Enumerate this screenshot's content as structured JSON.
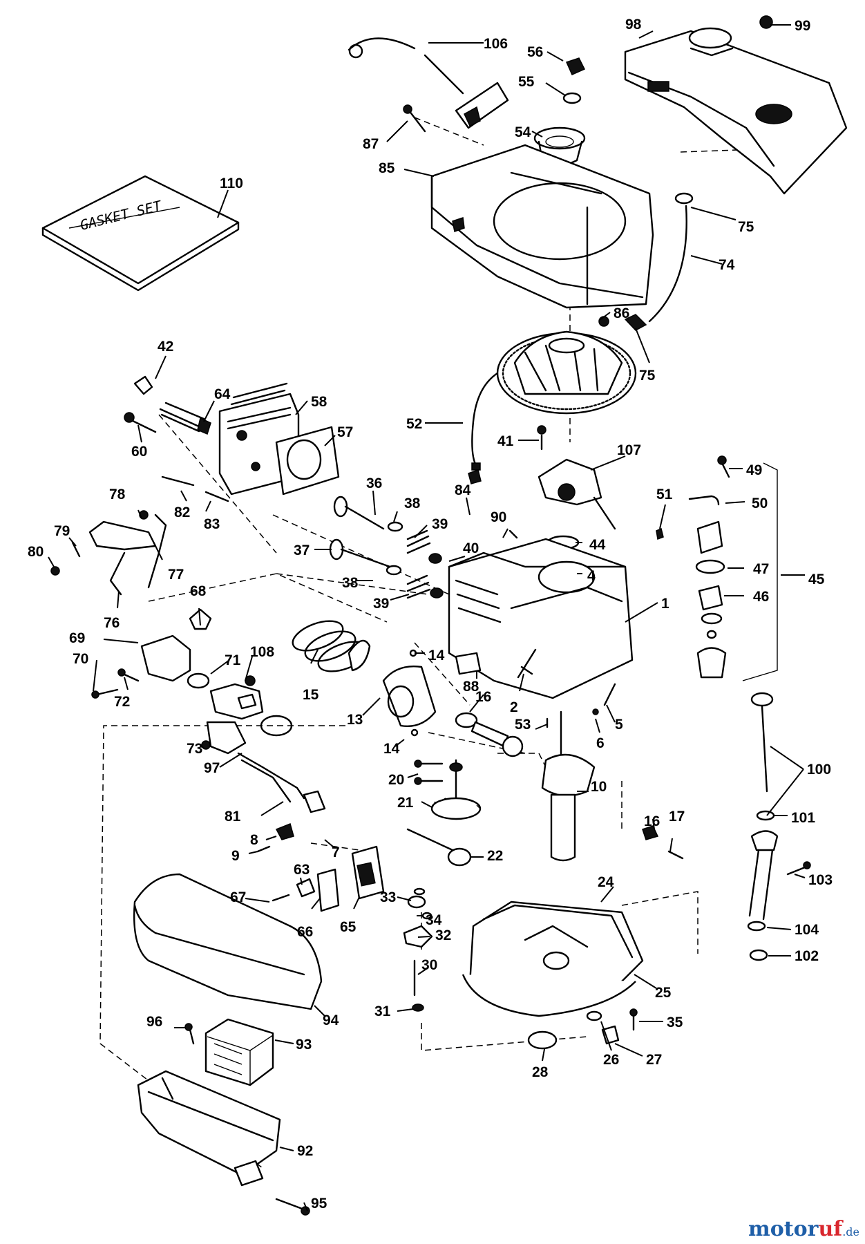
{
  "box_text": "GASKET SET",
  "watermark": {
    "brand": "motor",
    "accent": "uf",
    "suffix": ".de"
  },
  "colors": {
    "line": "#000000",
    "background": "#ffffff",
    "brand_blue": "#1f5fa8",
    "brand_red": "#d9272e"
  },
  "callouts": [
    {
      "label": "98"
    },
    {
      "label": "99"
    },
    {
      "label": "106"
    },
    {
      "label": "56"
    },
    {
      "label": "55"
    },
    {
      "label": "54"
    },
    {
      "label": "87"
    },
    {
      "label": "85"
    },
    {
      "label": "110"
    },
    {
      "label": "75"
    },
    {
      "label": "74"
    },
    {
      "label": "86"
    },
    {
      "label": "75"
    },
    {
      "label": "42"
    },
    {
      "label": "64"
    },
    {
      "label": "58"
    },
    {
      "label": "57"
    },
    {
      "label": "60"
    },
    {
      "label": "52"
    },
    {
      "label": "41"
    },
    {
      "label": "107"
    },
    {
      "label": "49"
    },
    {
      "label": "36"
    },
    {
      "label": "84"
    },
    {
      "label": "51"
    },
    {
      "label": "50"
    },
    {
      "label": "78"
    },
    {
      "label": "82"
    },
    {
      "label": "38"
    },
    {
      "label": "39"
    },
    {
      "label": "90"
    },
    {
      "label": "83"
    },
    {
      "label": "79"
    },
    {
      "label": "40"
    },
    {
      "label": "44"
    },
    {
      "label": "47"
    },
    {
      "label": "80"
    },
    {
      "label": "37"
    },
    {
      "label": "77"
    },
    {
      "label": "38"
    },
    {
      "label": "4"
    },
    {
      "label": "45"
    },
    {
      "label": "68"
    },
    {
      "label": "39"
    },
    {
      "label": "46"
    },
    {
      "label": "76"
    },
    {
      "label": "1"
    },
    {
      "label": "69"
    },
    {
      "label": "14"
    },
    {
      "label": "108"
    },
    {
      "label": "70"
    },
    {
      "label": "71"
    },
    {
      "label": "15"
    },
    {
      "label": "88"
    },
    {
      "label": "72"
    },
    {
      "label": "16"
    },
    {
      "label": "2"
    },
    {
      "label": "13"
    },
    {
      "label": "53"
    },
    {
      "label": "5"
    },
    {
      "label": "6"
    },
    {
      "label": "73"
    },
    {
      "label": "97"
    },
    {
      "label": "14"
    },
    {
      "label": "100"
    },
    {
      "label": "20"
    },
    {
      "label": "10"
    },
    {
      "label": "81"
    },
    {
      "label": "21"
    },
    {
      "label": "16"
    },
    {
      "label": "101"
    },
    {
      "label": "17"
    },
    {
      "label": "8"
    },
    {
      "label": "7"
    },
    {
      "label": "22"
    },
    {
      "label": "9"
    },
    {
      "label": "63"
    },
    {
      "label": "103"
    },
    {
      "label": "24"
    },
    {
      "label": "67"
    },
    {
      "label": "33"
    },
    {
      "label": "34"
    },
    {
      "label": "66"
    },
    {
      "label": "65"
    },
    {
      "label": "32"
    },
    {
      "label": "104"
    },
    {
      "label": "102"
    },
    {
      "label": "30"
    },
    {
      "label": "25"
    },
    {
      "label": "31"
    },
    {
      "label": "94"
    },
    {
      "label": "96"
    },
    {
      "label": "35"
    },
    {
      "label": "93"
    },
    {
      "label": "26"
    },
    {
      "label": "27"
    },
    {
      "label": "28"
    },
    {
      "label": "92"
    },
    {
      "label": "95"
    }
  ]
}
